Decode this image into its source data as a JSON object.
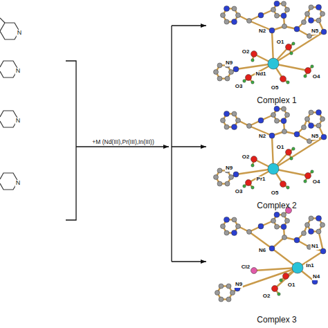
{
  "diagram": {
    "nodes": [
      {
        "text": [
          "Complex 1"
        ]
      },
      {
        "text": [
          "Complex 2"
        ]
      },
      {
        "text": [
          "Complex 3"
        ]
      }
    ],
    "labels": [
      "+M (Nd(III),Pr(III),In(III))",
      "N",
      "N",
      "N",
      "N",
      "N2",
      "N5",
      "O1",
      "O2",
      "N9",
      "Nd1",
      "O4",
      "O3",
      "O5",
      "N2",
      "N5",
      "O1",
      "N9",
      "Pr1",
      "O2",
      "O4",
      "O3",
      "O5",
      "N6",
      "N1",
      "Cl2",
      "In1",
      "N4",
      "N9",
      "O1",
      "O2"
    ]
  }
}
